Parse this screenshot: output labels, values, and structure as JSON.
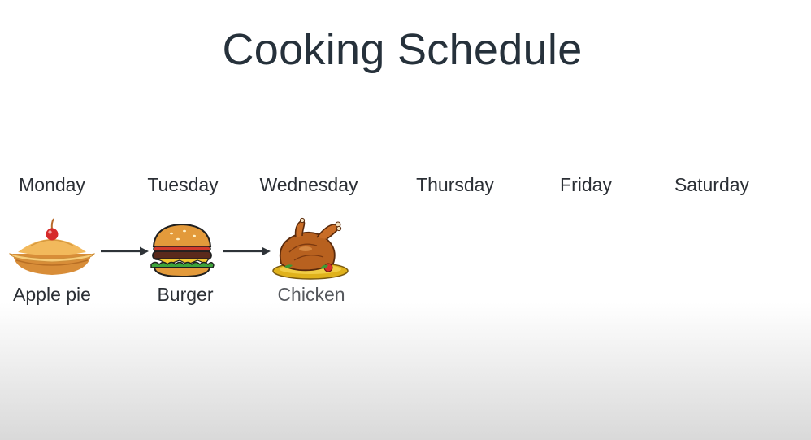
{
  "title": "Cooking Schedule",
  "days": [
    "Monday",
    "Tuesday",
    "Wednesday",
    "Thursday",
    "Friday",
    "Saturday"
  ],
  "foods": [
    {
      "label": "Apple pie",
      "icon": "apple-pie-icon"
    },
    {
      "label": "Burger",
      "icon": "burger-icon"
    },
    {
      "label": "Chicken",
      "icon": "roast-chicken-icon"
    }
  ],
  "colors": {
    "text": "#2b2f35",
    "arrow": "#2e3338",
    "crust": "#e9a94a",
    "cherry": "#d62a2a",
    "bun": "#e39a3b",
    "patty": "#5a2a1c",
    "lettuce": "#3da33a",
    "chicken": "#b8611f",
    "plate": "#e0b21c"
  }
}
